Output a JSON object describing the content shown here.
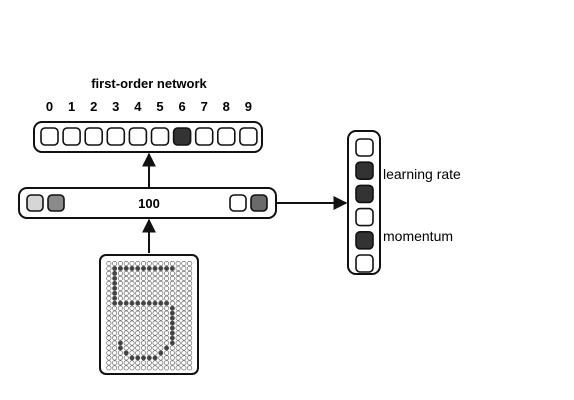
{
  "colors": {
    "unit_fill_off": "#ffffff",
    "unit_fill_on": "#333333",
    "hidden_fill_light": "#d6d6d6",
    "hidden_fill_mid": "#8a8a8a",
    "hidden_fill_dark": "#6a6a6a",
    "pixel_off": "#ffffff",
    "pixel_on": "#444444",
    "stroke": "#111111"
  },
  "output_layer": {
    "title": "first-order network",
    "digit_labels": [
      "0",
      "1",
      "2",
      "3",
      "4",
      "5",
      "6",
      "7",
      "8",
      "9"
    ],
    "active_index": 6
  },
  "hidden_layer": {
    "label": "100"
  },
  "second_order": {
    "units": [
      false,
      true,
      true,
      false,
      true,
      false
    ],
    "labels": {
      "learning_rate": "learning rate",
      "momentum": "momentum"
    }
  },
  "input_image": {
    "cols": 15,
    "rows": 22,
    "on_cells": [
      [
        1,
        1
      ],
      [
        1,
        2
      ],
      [
        1,
        3
      ],
      [
        1,
        4
      ],
      [
        1,
        5
      ],
      [
        1,
        6
      ],
      [
        1,
        7
      ],
      [
        1,
        8
      ],
      [
        1,
        9
      ],
      [
        1,
        10
      ],
      [
        1,
        11
      ],
      [
        2,
        1
      ],
      [
        3,
        1
      ],
      [
        4,
        1
      ],
      [
        5,
        1
      ],
      [
        6,
        1
      ],
      [
        7,
        1
      ],
      [
        8,
        1
      ],
      [
        8,
        2
      ],
      [
        8,
        3
      ],
      [
        8,
        4
      ],
      [
        8,
        5
      ],
      [
        8,
        6
      ],
      [
        8,
        7
      ],
      [
        8,
        8
      ],
      [
        8,
        9
      ],
      [
        8,
        10
      ],
      [
        9,
        11
      ],
      [
        10,
        11
      ],
      [
        11,
        11
      ],
      [
        12,
        11
      ],
      [
        13,
        11
      ],
      [
        14,
        11
      ],
      [
        15,
        11
      ],
      [
        16,
        11
      ],
      [
        17,
        10
      ],
      [
        18,
        9
      ],
      [
        19,
        8
      ],
      [
        19,
        7
      ],
      [
        19,
        6
      ],
      [
        19,
        5
      ],
      [
        19,
        4
      ],
      [
        18,
        3
      ],
      [
        17,
        2
      ],
      [
        16,
        2
      ]
    ]
  }
}
